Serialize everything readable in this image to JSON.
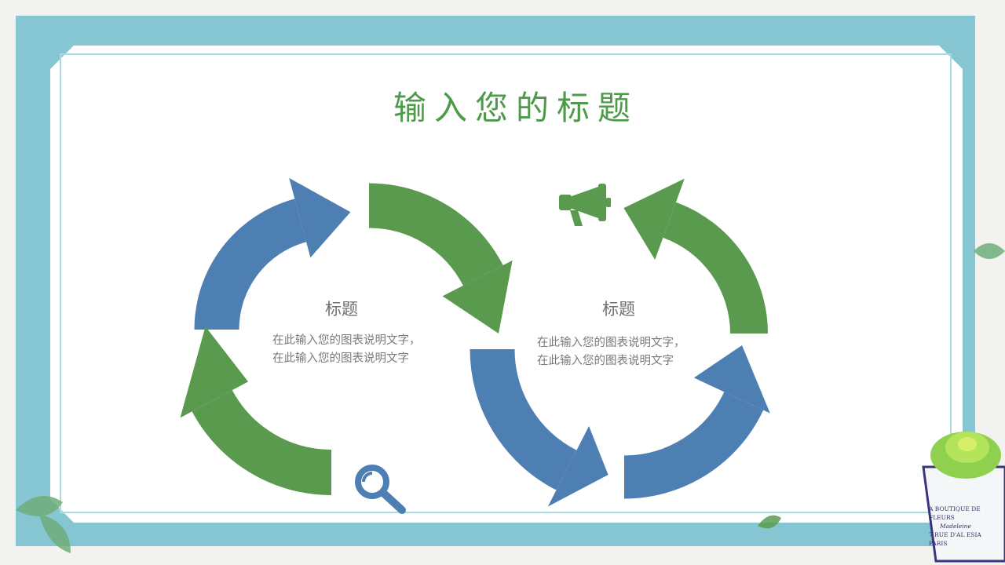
{
  "slide": {
    "title": "输入您的标题",
    "blocks": [
      {
        "heading": "标题",
        "line1": "在此输入您的图表说明文字，",
        "line2": "在此输入您的图表说明文字"
      },
      {
        "heading": "标题",
        "line1": "在此输入您的图表说明文字，",
        "line2": "在此输入您的图表说明文字"
      }
    ],
    "icons": [
      "magnifier-icon",
      "megaphone-icon"
    ],
    "pot_label": {
      "line1": "A BOUTIQUE DE FLEURS",
      "line2": "Madeleine",
      "line3": "7 RUE D'AL ESIA PARIS"
    }
  },
  "colors": {
    "blue": "#4e7fb3",
    "green": "#5a9a4f",
    "frame": "#86c6d2",
    "title": "#4e9a4a"
  }
}
